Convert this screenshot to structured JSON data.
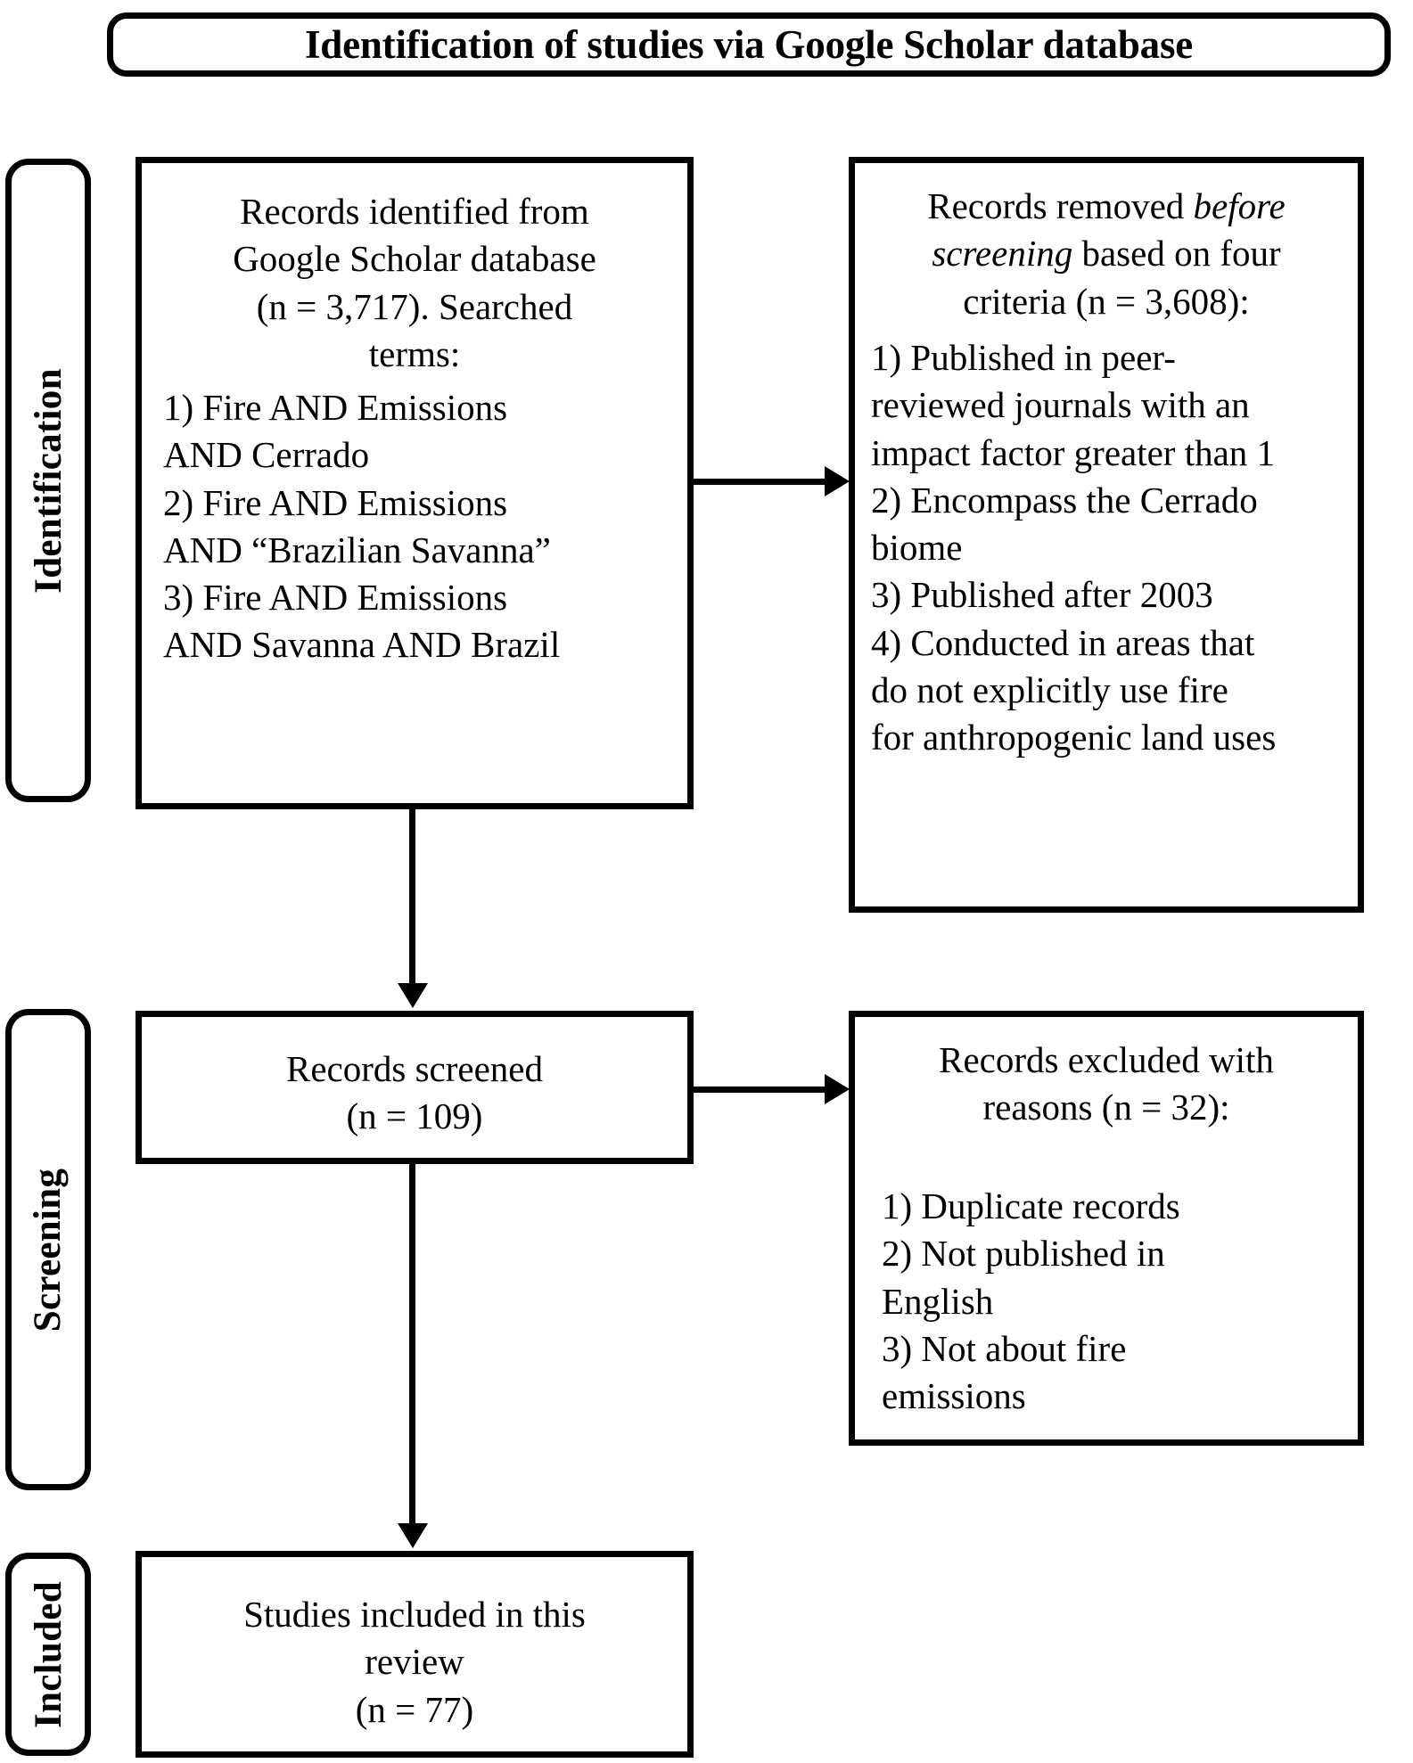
{
  "diagram": {
    "title": "Identification of studies via Google Scholar database",
    "stages": [
      {
        "key": "identification",
        "label": "Identification"
      },
      {
        "key": "screening",
        "label": "Screening"
      },
      {
        "key": "included",
        "label": "Included"
      }
    ]
  },
  "identification": {
    "records_identified": {
      "heading_lines": [
        "Records identified from",
        "Google Scholar database",
        "(n = 3,717). Searched",
        "terms:"
      ],
      "search_terms": [
        "1) Fire AND Emissions",
        "AND Cerrado",
        "2) Fire AND Emissions",
        "AND “Brazilian Savanna”",
        "3) Fire AND Emissions",
        "AND Savanna AND Brazil"
      ],
      "n": "3,717"
    },
    "records_removed": {
      "heading_prefix": "Records removed ",
      "heading_italic": "before screening",
      "heading_suffix": " based on four",
      "heading_last_line": "criteria (n = 3,608):",
      "criteria": [
        "1) Published in peer-",
        "reviewed journals with an",
        "impact factor greater than 1",
        "2) Encompass the Cerrado",
        "biome",
        "3) Published after 2003",
        "4) Conducted in areas that",
        "do not explicitly use fire",
        "for anthropogenic land uses"
      ],
      "n": "3,608"
    }
  },
  "screening": {
    "records_screened": {
      "lines": [
        "Records screened",
        "(n = 109)"
      ],
      "n": "109"
    },
    "records_excluded": {
      "heading_lines": [
        "Records excluded with",
        "reasons (n = 32):"
      ],
      "reasons": [
        "1) Duplicate records",
        "2) Not published in",
        "English",
        "3) Not about fire",
        "emissions"
      ],
      "n": "32"
    }
  },
  "included": {
    "studies_included": {
      "lines": [
        "Studies included in this",
        "review",
        "(n = 77)"
      ],
      "n": "77"
    }
  },
  "connectors": {
    "identification_to_removed": "arrow-right",
    "identification_to_screened": "arrow-down",
    "screened_to_excluded": "arrow-right",
    "screened_to_included": "arrow-down"
  },
  "colors": {
    "stroke": "#000000",
    "background": "#ffffff",
    "text": "#000000"
  }
}
